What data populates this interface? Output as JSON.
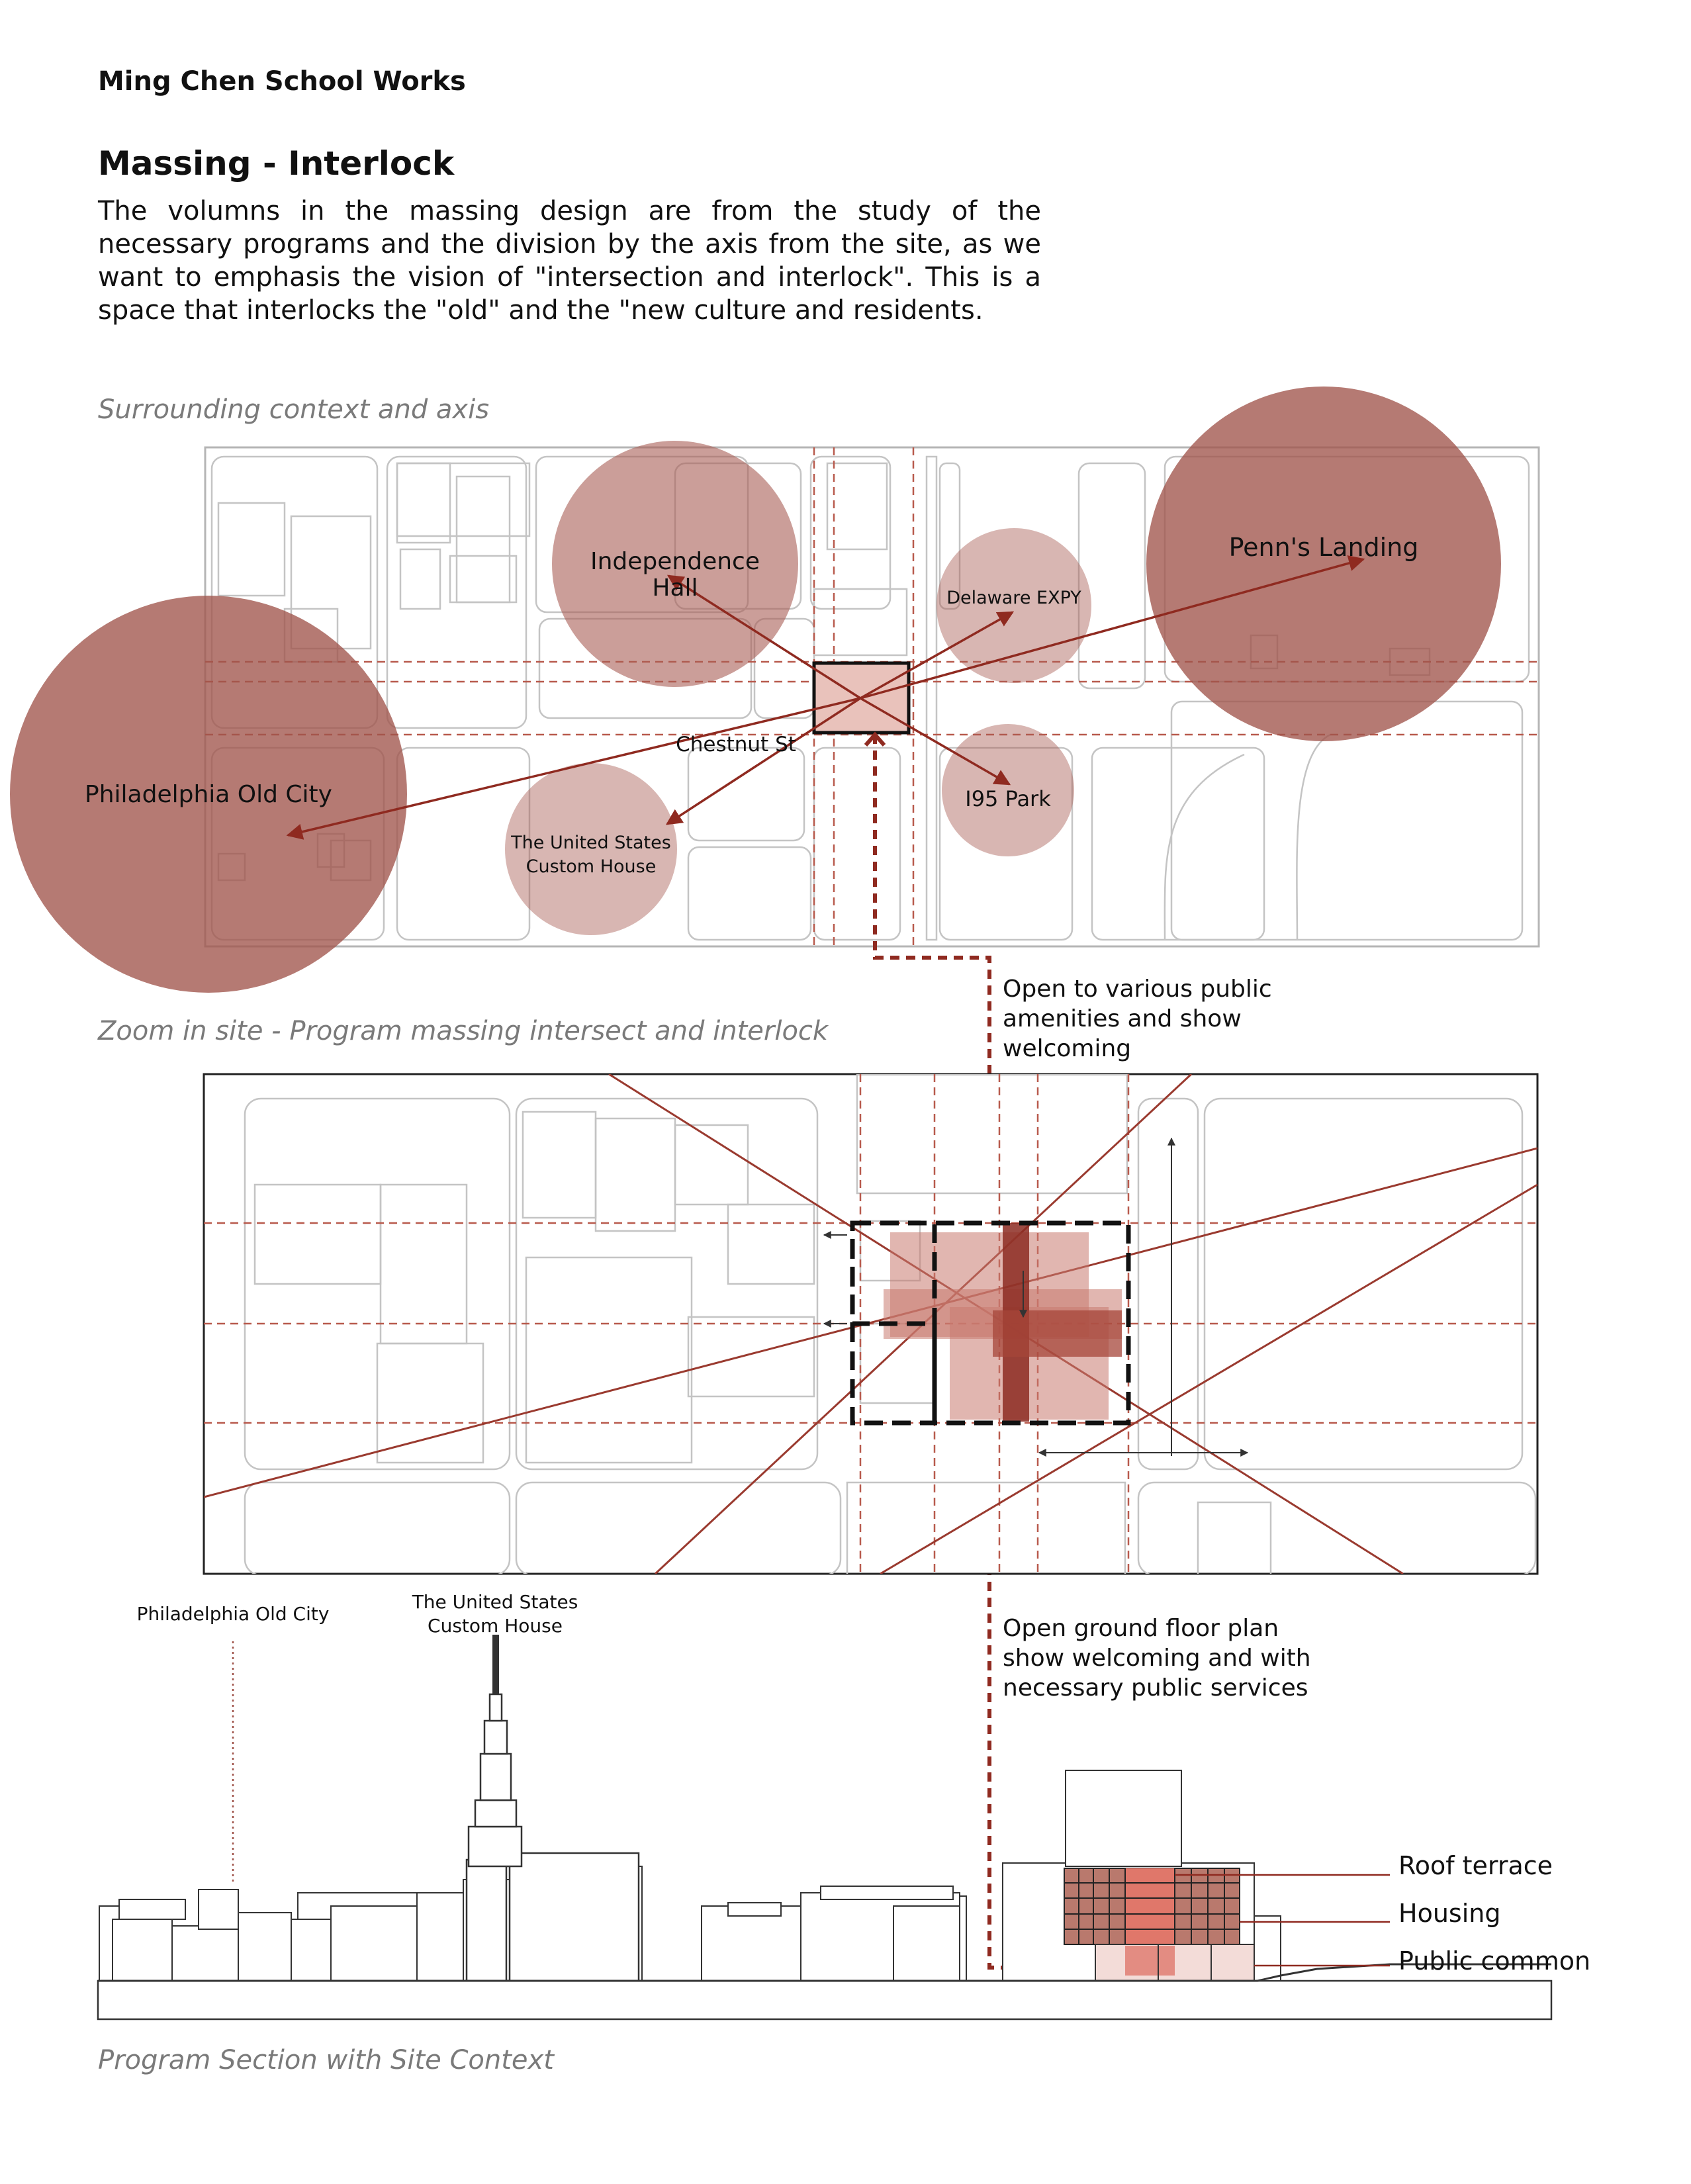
{
  "header": "Ming Chen School Works",
  "title": "Massing - Interlock",
  "intro": "The volumns in the massing design are from the study of the necessary programs and the division by the axis from the site, as we want to emphasis the vision of \"intersection and interlock\". This is a space that interlocks the \"old\" and the \"new culture and residents.",
  "captions": {
    "context": "Surrounding context and axis",
    "zoom": "Zoom in site - Program massing intersect and interlock",
    "section": "Program Section with Site Context"
  },
  "context_labels": {
    "independence_hall": "Independence Hall",
    "delaware": "Delaware EXPY",
    "penns_landing": "Penn's Landing",
    "chestnut": "Chestnut St",
    "old_city": "Philadelphia Old City",
    "custom_house": "The United States Custom House",
    "i95_park": "I95 Park"
  },
  "notes": {
    "amenities": "Open to various public amenities and show welcoming",
    "ground_floor": "Open ground floor plan show welcoming and with necessary public services"
  },
  "section_labels": {
    "old_city": "Philadelphia Old City",
    "custom_house": "The United States Custom House",
    "roof_terrace": "Roof terrace",
    "housing": "Housing",
    "public_common": "Public common"
  },
  "colors": {
    "accent": "#8f2a20",
    "circle_dark": "#a0544b",
    "circle_light": "#c58d85",
    "massing": "#c87a70",
    "massing_dark": "#8c2b22",
    "map_line": "#bdbdbd"
  }
}
